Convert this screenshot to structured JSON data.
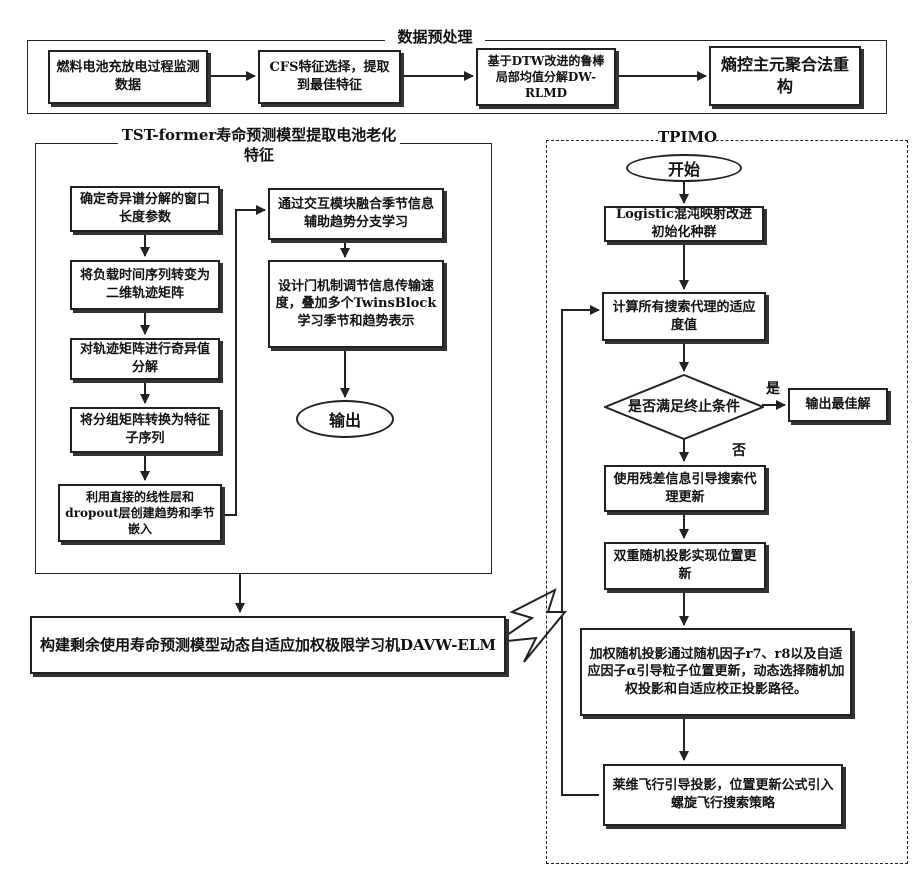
{
  "preprocess": {
    "title": "数据预处理",
    "steps": [
      "燃料电池充放电过程监测数据",
      "CFS特征选择，提取到最佳特征",
      "基于DTW改进的鲁棒局部均值分解DW-RLMD",
      "熵控主元聚合法重构"
    ]
  },
  "tst": {
    "title": "TST-former寿命预测模型提取电池老化特征",
    "left_steps": [
      "确定奇异谱分解的窗口长度参数",
      "将负载时间序列转变为二维轨迹矩阵",
      "对轨迹矩阵进行奇异值分解",
      "将分组矩阵转换为特征子序列",
      "利用直接的线性层和dropout层创建趋势和季节嵌入"
    ],
    "right_steps": [
      "通过交互模块融合季节信息辅助趋势分支学习",
      "设计门机制调节信息传输速度，叠加多个TwinsBlock学习季节和趋势表示"
    ],
    "output": "输出"
  },
  "tpimo": {
    "title": "TPIMO",
    "start": "开始",
    "init": "Logistic混沌映射改进初始化种群",
    "fitness": "计算所有搜索代理的适应度值",
    "decision": "是否满足终止条件",
    "yes": "是",
    "no": "否",
    "best": "输出最佳解",
    "residual": "使用残差信息引导搜索代理更新",
    "dual": "双重随机投影实现位置更新",
    "weighted": "加权随机投影通过随机因子r7、r8以及自适应因子α引导粒子位置更新，动态选择随机加权投影和自适应校正投影路径。",
    "levy": "莱维飞行引导投影，位置更新公式引入螺旋飞行搜索策略"
  },
  "final": "构建剩余使用寿命预测模型动态自适应加权极限学习机DAVW-ELM"
}
